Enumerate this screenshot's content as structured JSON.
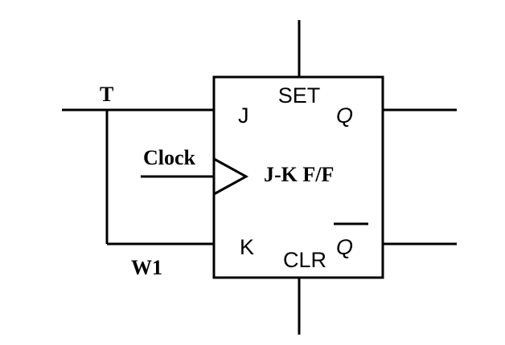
{
  "diagram": {
    "component_title": "J-K F/F",
    "pins": {
      "j": "J",
      "k": "K",
      "set": "SET",
      "clr": "CLR",
      "q": "Q",
      "q_bar": "Q"
    },
    "signals": {
      "t": "T",
      "clock": "Clock",
      "w1": "W1"
    }
  },
  "style": {
    "line_color": "#000000",
    "background": "#ffffff"
  }
}
